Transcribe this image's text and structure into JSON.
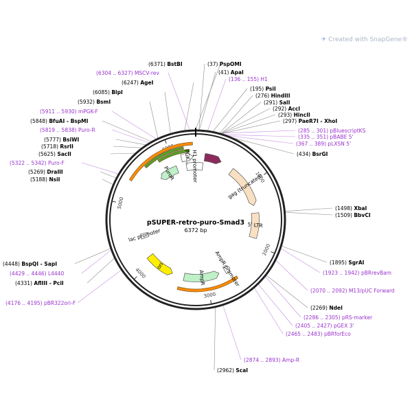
{
  "watermark": "Created with SnapGene®",
  "plasmid": {
    "name": "pSUPER-retro-puro-Smad3",
    "length_label": "6372 bp",
    "length": 6372,
    "ticks": [
      "1000",
      "2000",
      "3000",
      "4000",
      "5000",
      "6000"
    ]
  },
  "features": [
    {
      "label": "PGK...",
      "start": 6140,
      "end": 6330,
      "direction": "forward",
      "color": "#ffffff"
    },
    {
      "label": "gag (truncated)",
      "start": 640,
      "end": 1350,
      "direction": "forward",
      "color": "#f9e0c2"
    },
    {
      "label": "5' LTR",
      "start": 1480,
      "end": 1900,
      "direction": "none",
      "color": "#f9e0c2"
    },
    {
      "label": "H1 promoter",
      "start": 6200,
      "end": 130,
      "direction": "none",
      "color": "#ffffff"
    },
    {
      "label": "",
      "start": 145,
      "end": 420,
      "direction": "forward",
      "color": "#8b2a5b"
    },
    {
      "label": "PuroR",
      "start": 5660,
      "end": 6020,
      "direction": "reverse",
      "color": "#bff0c8"
    },
    {
      "label": "AmpR promoter",
      "start": 2560,
      "end": 2660,
      "direction": "reverse",
      "color": "#ffffff"
    },
    {
      "label": "AmpR",
      "start": 2770,
      "end": 3390,
      "direction": "reverse",
      "color": "#bff0c8"
    },
    {
      "label": "ori",
      "start": 3600,
      "end": 4100,
      "direction": "reverse",
      "color": "#ffee00"
    },
    {
      "label": "lac promoter",
      "start": 4430,
      "end": 4520,
      "direction": "none",
      "color": "#ffffff"
    }
  ],
  "sites": [
    {
      "label": "BstBI",
      "pos": "(6371)",
      "color": "#000000"
    },
    {
      "label": "PspOMI",
      "pos": "(37)",
      "color": "#000000"
    },
    {
      "label": "ApaI",
      "pos": "(41)",
      "color": "#000000"
    },
    {
      "label": "MSCV-rev",
      "pos": "(6304 .. 6327)",
      "color": "#9932cc"
    },
    {
      "label": "H1",
      "pos": "(136 .. 155)",
      "color": "#9932cc"
    },
    {
      "label": "AgeI",
      "pos": "(6247)",
      "color": "#000000"
    },
    {
      "label": "PsiI",
      "pos": "(195)",
      "color": "#000000"
    },
    {
      "label": "BlpI",
      "pos": "(6085)",
      "color": "#000000"
    },
    {
      "label": "HindIII",
      "pos": "(276)",
      "color": "#000000"
    },
    {
      "label": "BsmI",
      "pos": "(5932)",
      "color": "#000000"
    },
    {
      "label": "SalI",
      "pos": "(291)",
      "color": "#000000"
    },
    {
      "label": "AccI",
      "pos": "(292)",
      "color": "#000000"
    },
    {
      "label": "mPGK-F",
      "pos": "(5911 .. 5930)",
      "color": "#9932cc"
    },
    {
      "label": "HincII",
      "pos": "(293)",
      "color": "#000000"
    },
    {
      "label": "BfuAI - BspMI",
      "pos": "(5848)",
      "color": "#000000"
    },
    {
      "label": "PaeR7I - XhoI",
      "pos": "(297)",
      "color": "#000000"
    },
    {
      "label": "Puro-R",
      "pos": "(5819 .. 5838)",
      "color": "#9932cc"
    },
    {
      "label": "pBluescriptKS",
      "pos": "(285 .. 301)",
      "color": "#9932cc"
    },
    {
      "label": "BsiWI",
      "pos": "(5777)",
      "color": "#000000"
    },
    {
      "label": "pBABE 5'",
      "pos": "(335 .. 351)",
      "color": "#9932cc"
    },
    {
      "label": "RsrII",
      "pos": "(5718)",
      "color": "#000000"
    },
    {
      "label": "pLXSN 5'",
      "pos": "(367 .. 389)",
      "color": "#9932cc"
    },
    {
      "label": "SacII",
      "pos": "(5625)",
      "color": "#000000"
    },
    {
      "label": "BsrGI",
      "pos": "(434)",
      "color": "#000000"
    },
    {
      "label": "Puro-F",
      "pos": "(5322 .. 5342)",
      "color": "#9932cc"
    },
    {
      "label": "DraIII",
      "pos": "(5269)",
      "color": "#000000"
    },
    {
      "label": "NsiI",
      "pos": "(5188)",
      "color": "#000000"
    },
    {
      "label": "XbaI",
      "pos": "(1498)",
      "color": "#000000"
    },
    {
      "label": "BbvCI",
      "pos": "(1509)",
      "color": "#000000"
    },
    {
      "label": "SgrAI",
      "pos": "(1895)",
      "color": "#000000"
    },
    {
      "label": "pBRrevBam",
      "pos": "(1923 .. 1942)",
      "color": "#9932cc"
    },
    {
      "label": "M13/pUC Forward",
      "pos": "(2070 .. 2092)",
      "color": "#9932cc"
    },
    {
      "label": "NdeI",
      "pos": "(2269)",
      "color": "#000000"
    },
    {
      "label": "pRS-marker",
      "pos": "(2286 .. 2305)",
      "color": "#9932cc"
    },
    {
      "label": "pGEX 3'",
      "pos": "(2405 .. 2427)",
      "color": "#9932cc"
    },
    {
      "label": "pBRforEco",
      "pos": "(2465 .. 2483)",
      "color": "#9932cc"
    },
    {
      "label": "Amp-R",
      "pos": "(2874 .. 2893)",
      "color": "#9932cc"
    },
    {
      "label": "ScaI",
      "pos": "(2962)",
      "color": "#000000"
    },
    {
      "label": "BspQI - SapI",
      "pos": "(4448)",
      "color": "#000000"
    },
    {
      "label": "L4440",
      "pos": "(4429 .. 4446)",
      "color": "#9932cc"
    },
    {
      "label": "AflIII - PciI",
      "pos": "(4331)",
      "color": "#000000"
    },
    {
      "label": "pBR322ori-F",
      "pos": "(4176 .. 4195)",
      "color": "#9932cc"
    }
  ]
}
